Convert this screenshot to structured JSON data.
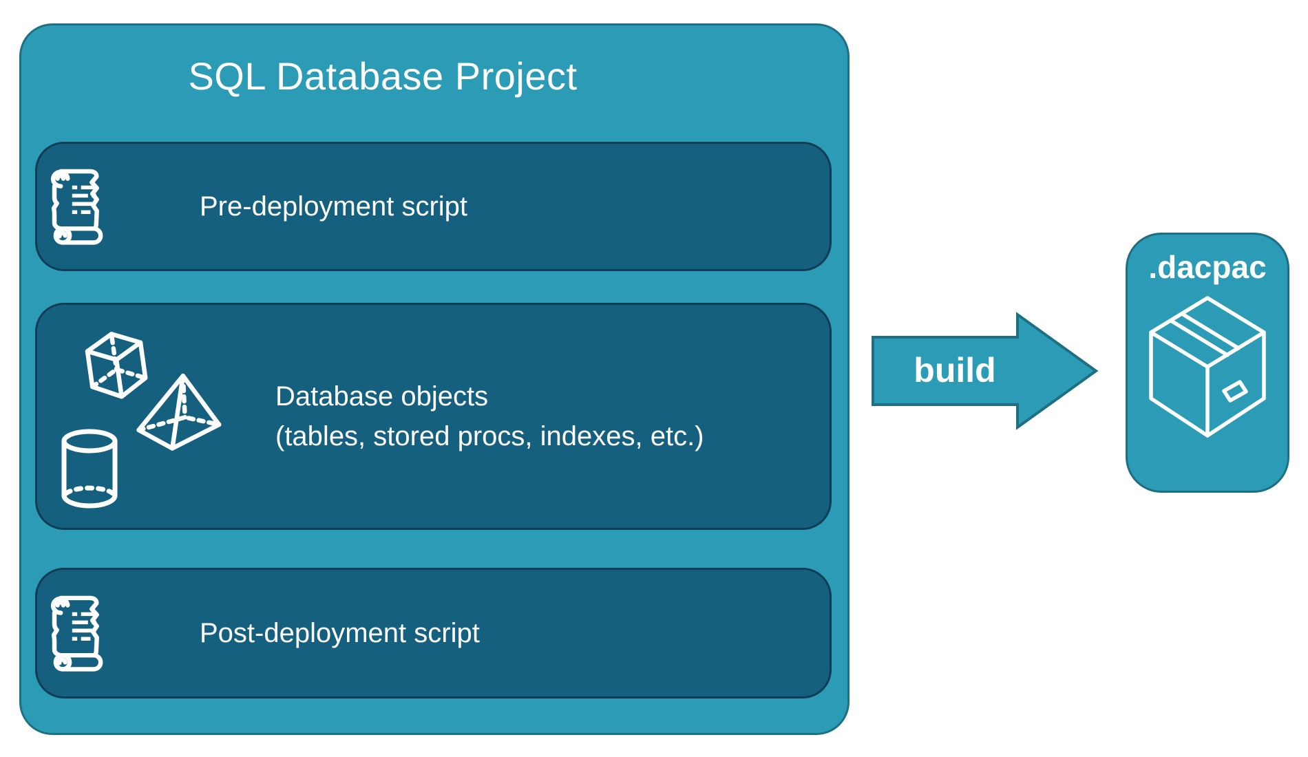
{
  "colors": {
    "background": "#ffffff",
    "container_fill": "#2C9BB6",
    "container_border": "#1E6F82",
    "row_fill": "#15607F",
    "row_border": "#0E3D56",
    "arrow_fill": "#2C9BB6",
    "arrow_border": "#1E6F82",
    "text": "#ffffff"
  },
  "project": {
    "title": "SQL Database Project",
    "rows": [
      {
        "icon": "scroll-icon",
        "label": "Pre-deployment script"
      },
      {
        "icons": [
          "cube-icon",
          "pyramid-icon",
          "cylinder-icon"
        ],
        "label": "Database objects",
        "sublabel": "(tables, stored procs, indexes, etc.)"
      },
      {
        "icon": "scroll-icon",
        "label": "Post-deployment script"
      }
    ]
  },
  "build_arrow": {
    "label": "build"
  },
  "dacpac": {
    "label": ".dacpac",
    "icon": "package-icon"
  }
}
